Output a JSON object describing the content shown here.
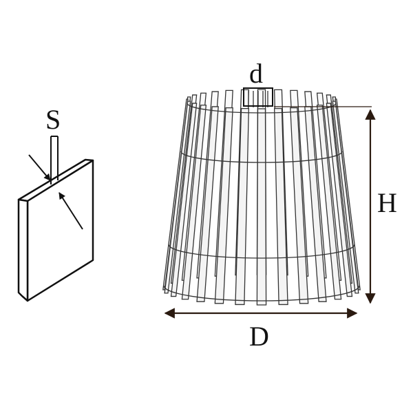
{
  "labels": {
    "thickness": "S",
    "hole_diameter": "d",
    "height": "H",
    "diameter": "D"
  },
  "colors": {
    "line": "#222222",
    "arrow": "#2a1a10",
    "fin_fill": "#f4f4f4"
  }
}
